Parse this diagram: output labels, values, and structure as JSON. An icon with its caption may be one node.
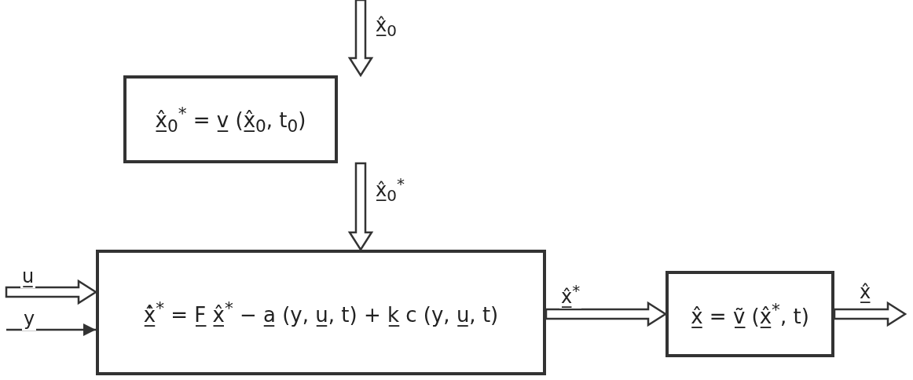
{
  "diagram": {
    "nodes": [
      {
        "text": [
          "x̲̂$_{0}$$^{*}$ = v̲ (x̲̂$_{0}$, t$_{0}$)"
        ]
      },
      {
        "text": [
          "x̲̂̇$^{*}$ = F̲ x̲̂$^{*}$ − a̲ (y, u̲, t) + k̲ c (y, u̲, t)"
        ]
      },
      {
        "text": [
          "x̲̂ = ṽ̲ (x̲̂$^{*}$, t)"
        ]
      }
    ],
    "edges": [
      {
        "from": null,
        "to": 0,
        "arrow": "to",
        "label": "x̲̂$_{0}$",
        "style": "thick"
      },
      {
        "from": 0,
        "to": 1,
        "arrow": "to",
        "label": "x̲̂$_{0}$$^{*}$",
        "style": "thick"
      },
      {
        "from": null,
        "to": 1,
        "arrow": "to",
        "label": "u̲",
        "style": "thick"
      },
      {
        "from": null,
        "to": 1,
        "arrow": "to",
        "label": "y"
      },
      {
        "from": 1,
        "to": 2,
        "arrow": "to",
        "label": "x̲̂$^{*}$",
        "style": "thick"
      },
      {
        "from": 2,
        "to": null,
        "arrow": "to",
        "label": "x̲̂",
        "style": "thick"
      }
    ]
  }
}
